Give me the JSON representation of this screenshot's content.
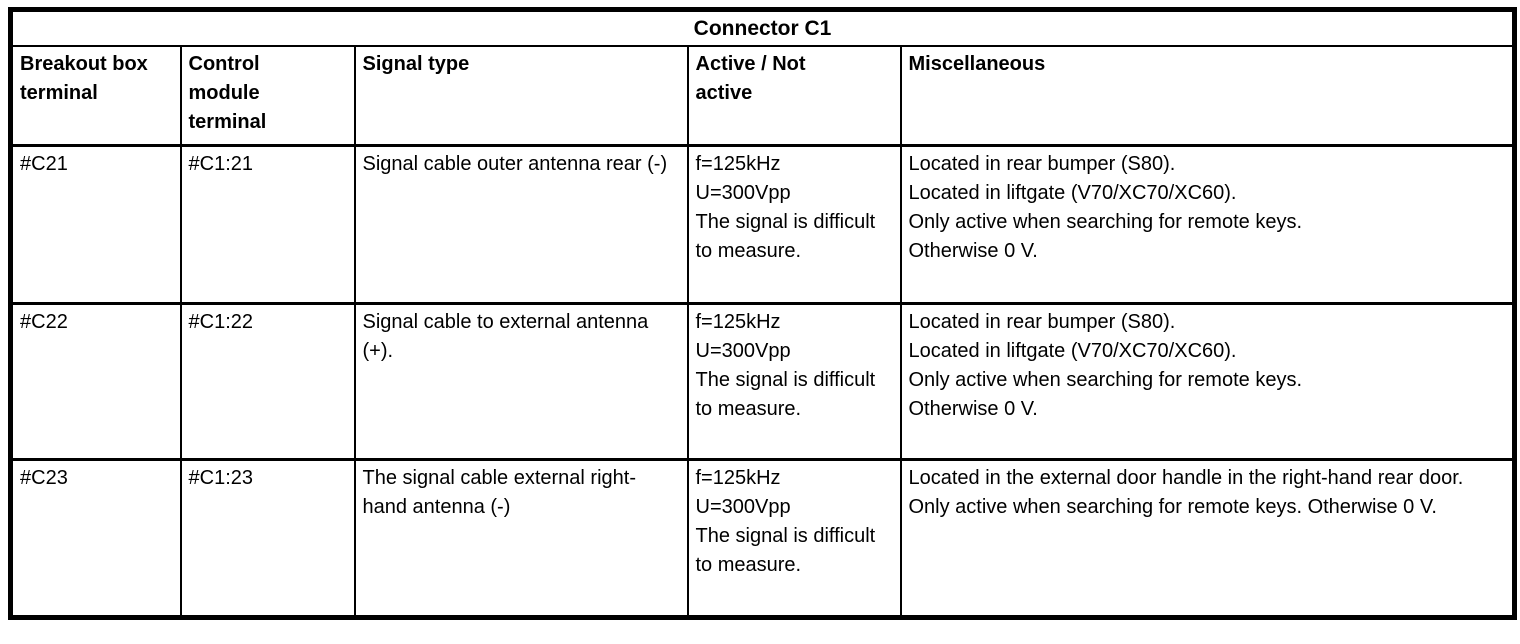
{
  "page": {
    "background_color": "#ffffff",
    "border_color": "#000000",
    "text_color": "#000000"
  },
  "table": {
    "title": "Connector C1",
    "columns": [
      "Breakout box\nterminal",
      "Control\nmodule\nterminal",
      "Signal type",
      "Active / Not\nactive",
      "Miscellaneous"
    ],
    "rows": [
      {
        "breakout_box_terminal": "#C21",
        "control_module_terminal": "#C1:21",
        "signal_type": "Signal cable outer antenna rear (-)",
        "active_not_active": "f=125kHz\nU=300Vpp\nThe signal is difficult to measure.",
        "miscellaneous": "Located in rear bumper (S80).\nLocated in liftgate (V70/XC70/XC60).\nOnly active when searching for remote keys.\nOtherwise 0 V."
      },
      {
        "breakout_box_terminal": "#C22",
        "control_module_terminal": "#C1:22",
        "signal_type": "Signal cable to external antenna (+).",
        "active_not_active": "f=125kHz\nU=300Vpp\nThe signal is difficult to measure.",
        "miscellaneous": "Located in rear bumper (S80).\nLocated in liftgate (V70/XC70/XC60).\nOnly active when searching for remote keys.\nOtherwise 0 V."
      },
      {
        "breakout_box_terminal": "#C23",
        "control_module_terminal": "#C1:23",
        "signal_type": "The signal cable external right-hand antenna (-)",
        "active_not_active": "f=125kHz\nU=300Vpp\nThe signal is difficult to measure.",
        "miscellaneous": "Located in the external door handle in the right-hand rear door. Only active when searching for remote keys. Otherwise 0 V."
      }
    ]
  }
}
